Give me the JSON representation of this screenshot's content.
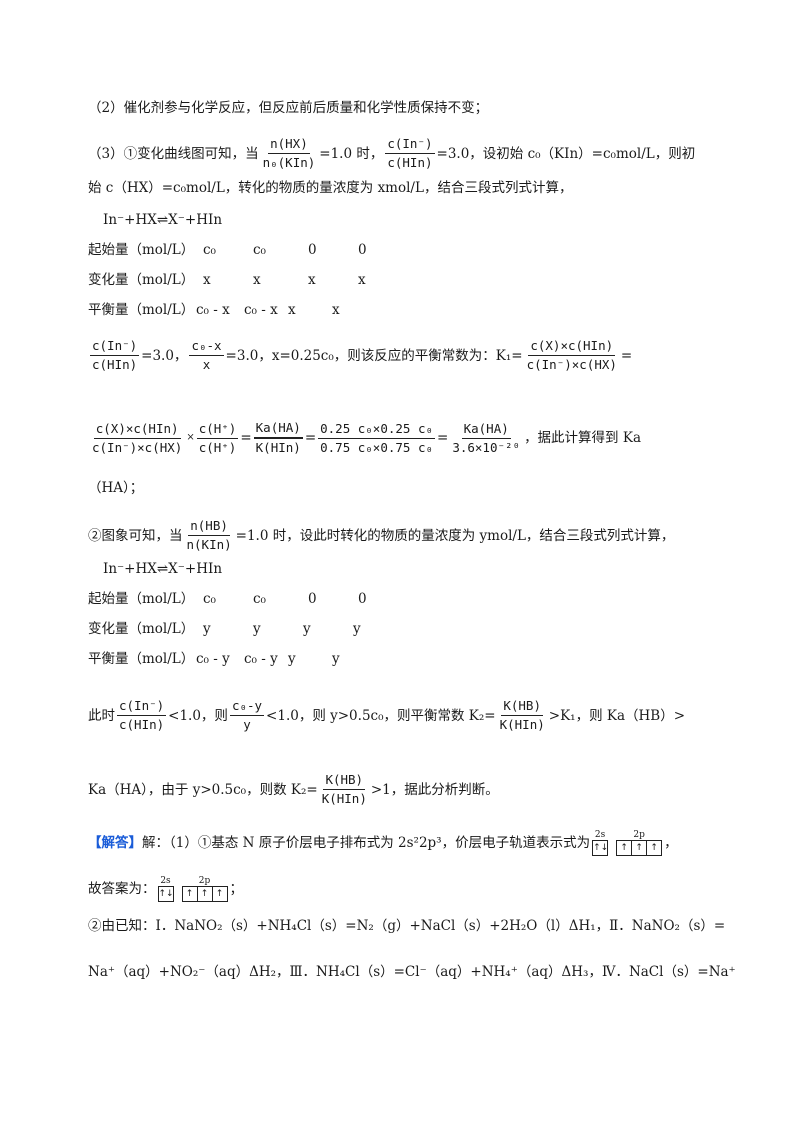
{
  "doc": {
    "p2": "（2）催化剂参与化学反应，但反应前后质量和化学性质保持不变；",
    "p3": {
      "prefix": "（3）①变化曲线图可知，当",
      "frac1": {
        "num": "n(HX)",
        "den": "n₀(KIn)"
      },
      "mid1": "=1.0 时，",
      "frac2": {
        "num": "c(In⁻)",
        "den": "c(HIn)"
      },
      "suffix": "=3.0，设初始 c₀（KIn）=c₀mol/L，则初"
    },
    "p3b": "始 c（HX）=c₀mol/L，转化的物质的量浓度为 xmol/L，结合三段式列式计算，",
    "eq1": "In⁻+HX⇌X⁻+HIn",
    "table1": [
      {
        "label": "起始量（mol/L）",
        "cols": [
          "c₀",
          "c₀",
          "0",
          "0"
        ]
      },
      {
        "label": "变化量（mol/L）",
        "cols": [
          "x",
          "x",
          "x",
          "x"
        ]
      },
      {
        "label": "平衡量（mol/L）",
        "cols": [
          "c₀ - x",
          "c₀ - x",
          "x",
          "x"
        ]
      }
    ],
    "calc1": {
      "f1": {
        "num": "c(In⁻)",
        "den": "c(HIn)"
      },
      "t1": "=3.0，",
      "f2": {
        "num": "c₀-x",
        "den": "x"
      },
      "t2": "=3.0，x=0.25c₀，则该反应的平衡常数为：K₁=",
      "f3": {
        "num": "c(X)×c(HIn)",
        "den": "c(In⁻)×c(HX)"
      },
      "t3": "="
    },
    "calc2": {
      "f1": {
        "num": "c(X)×c(HIn)",
        "den": "c(In⁻)×c(HX)"
      },
      "times": "×",
      "f2": {
        "num": "c(H⁺)",
        "den": "c(H⁺)"
      },
      "eq": "=",
      "f3": {
        "num": "Ka(HA)",
        "den": "K(HIn)"
      },
      "f4": {
        "num": "0.25 c₀×0.25 c₀",
        "den": "0.75 c₀×0.75 c₀"
      },
      "f5": {
        "num": "Ka(HA)",
        "den": "3.6×10⁻²⁰"
      },
      "suffix": "，据此计算得到 Ka"
    },
    "calc2b": "（HA）；",
    "p4": {
      "prefix": "②图象可知，当",
      "frac": {
        "num": "n(HB)",
        "den": "n(KIn)"
      },
      "suffix": "=1.0 时，设此时转化的物质的量浓度为 ymol/L，结合三段式列式计算，"
    },
    "eq2": "In⁻+HX⇌X⁻+HIn",
    "table2": [
      {
        "label": "起始量（mol/L）",
        "cols": [
          "c₀",
          "c₀",
          "0",
          "0"
        ]
      },
      {
        "label": "变化量（mol/L）",
        "cols": [
          "y",
          "y",
          "y",
          "y"
        ]
      },
      {
        "label": "平衡量（mol/L）",
        "cols": [
          "c₀ - y",
          "c₀ - y",
          "y",
          "y"
        ]
      }
    ],
    "calc3": {
      "t0": "此时",
      "f1": {
        "num": "c(In⁻)",
        "den": "c(HIn)"
      },
      "t1": "<1.0，则",
      "f2": {
        "num": "c₀-y",
        "den": "y"
      },
      "t2": "<1.0，则 y>0.5c₀，则平衡常数 K₂=",
      "f3": {
        "num": "K(HB)",
        "den": "K(HIn)"
      },
      "t3": ">K₁，则 Ka（HB）>"
    },
    "calc4": {
      "t0": "Ka（HA），由于 y>0.5c₀，则数 K₂=",
      "f1": {
        "num": "K(HB)",
        "den": "K(HIn)"
      },
      "t1": ">1，据此分析判断。"
    },
    "answer": {
      "tag": "【解答】",
      "t1": "解：（1）①基态 N 原子价层电子排布式为 2s²2p³，价层电子轨道表示式为",
      "t2": "，",
      "t3": "故答案为：",
      "t4": "；",
      "orbital": {
        "s_label": "2s",
        "p_label": "2p",
        "s": [
          "↑↓"
        ],
        "p": [
          "↑",
          "↑",
          "↑"
        ]
      }
    },
    "p5": "②由已知：Ⅰ．NaNO₂（s）+NH₄Cl（s）=N₂（g）+NaCl（s）+2H₂O（l）ΔH₁，Ⅱ．NaNO₂（s）=",
    "p6": "Na⁺（aq）+NO₂⁻（aq）ΔH₂，Ⅲ．NH₄Cl（s）=Cl⁻（aq）+NH₄⁺（aq）ΔH₃，Ⅳ．NaCl（s）=Na⁺"
  },
  "colors": {
    "accent": "#1a5cd8",
    "text": "#1a1a1a"
  }
}
